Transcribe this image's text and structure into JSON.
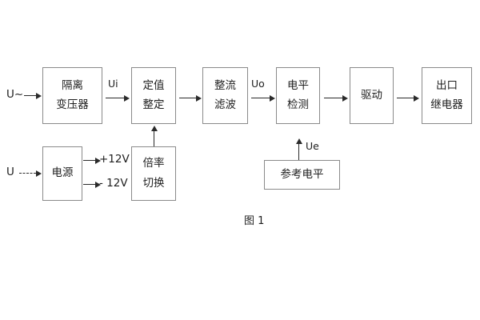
{
  "figure": {
    "caption": "图 1",
    "colors": {
      "box_border": "#8a8a8a",
      "line": "#2a2a2a",
      "text": "#1e1e1e",
      "background": "#ffffff"
    }
  },
  "signal_chain": {
    "input_ac_label": "U~",
    "input_dc_label": "U",
    "blocks": [
      {
        "id": "isolation-transformer",
        "line1": "隔离",
        "line2": "变压器"
      },
      {
        "id": "setpoint-adjust",
        "line1": "定值",
        "line2": "整定"
      },
      {
        "id": "rectify-filter",
        "line1": "整流",
        "line2": "滤波"
      },
      {
        "id": "level-detect",
        "line1": "电平",
        "line2": "检测"
      },
      {
        "id": "drive",
        "line1": "驱动",
        "line2": ""
      },
      {
        "id": "output-relay",
        "line1": "出口",
        "line2": "继电器"
      }
    ],
    "signal_labels": {
      "ui": "Ui",
      "uo": "Uo",
      "ue": "Ue"
    }
  },
  "auxiliary": {
    "blocks": [
      {
        "id": "power-supply",
        "line1": "电源",
        "line2": ""
      },
      {
        "id": "ratio-switch",
        "line1": "倍率",
        "line2": "切换"
      },
      {
        "id": "reference-level",
        "line1": "参考电平",
        "line2": ""
      }
    ],
    "rails": {
      "positive": "+12V",
      "negative": "- 12V"
    }
  }
}
